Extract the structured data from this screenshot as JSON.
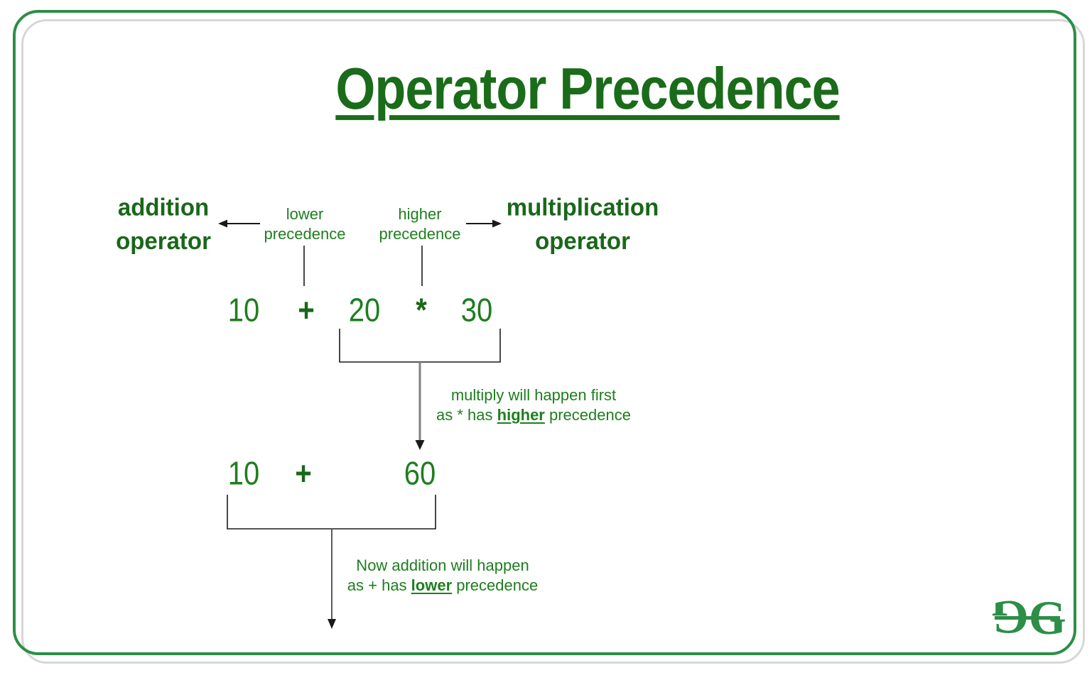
{
  "title": "Operator Precedence",
  "labels": {
    "addition": "addition\noperator",
    "multiplication": "multiplication\noperator",
    "lower": "lower\nprecedence",
    "higher": "higher\nprecedence"
  },
  "expr_initial": {
    "tokens": [
      "10",
      "+",
      "20",
      "*",
      "30"
    ]
  },
  "expr_after_multiply": {
    "tokens": [
      "10",
      "+",
      "60"
    ]
  },
  "annotations": {
    "multiply_first": {
      "line1": "multiply will happen first",
      "line2_pre": "as * has ",
      "line2_emph": "higher",
      "line2_post": " precedence"
    },
    "addition_next": {
      "line1": "Now addition will happen",
      "line2_pre": "as + has ",
      "line2_emph": "lower",
      "line2_post": " precedence"
    }
  },
  "logo": {
    "left_glyph": "G",
    "right_glyph": "G"
  },
  "colors": {
    "brand_green": "#2d8e47",
    "dark_green": "#1a671a",
    "text_green": "#1e7e1e"
  }
}
